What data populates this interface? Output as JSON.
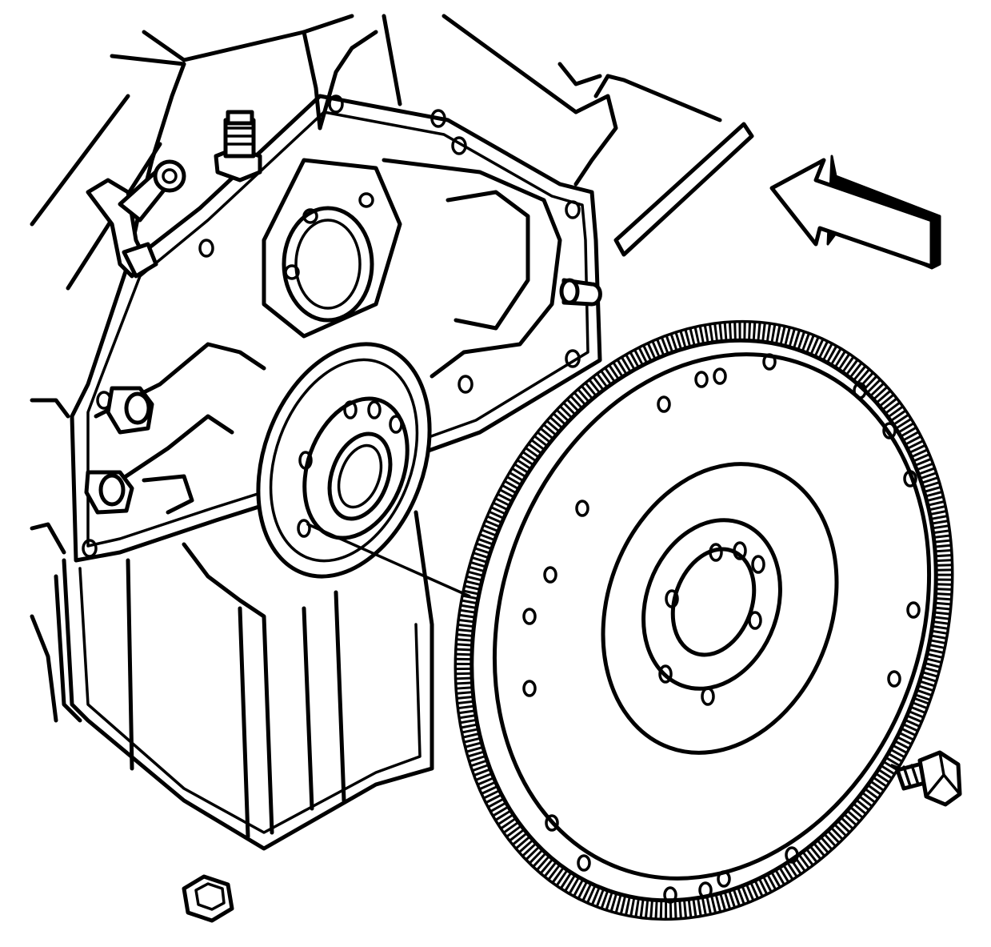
{
  "diagram": {
    "colors": {
      "background": "#ffffff",
      "line": "#000000"
    },
    "components": [
      "engine-block",
      "rear-main-seal-housing",
      "crankshaft-flange",
      "oil-pan",
      "oil-pan-drain-plug",
      "sensor-connector",
      "fitting",
      "flywheel",
      "ring-gear",
      "flywheel-bolt",
      "direction-arrow"
    ]
  }
}
